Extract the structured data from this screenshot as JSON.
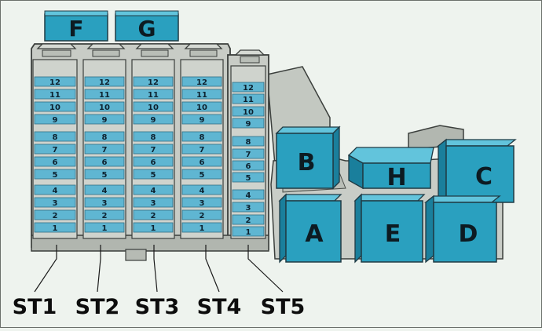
{
  "diagram": {
    "top_relays": [
      {
        "id": "F",
        "label": "F"
      },
      {
        "id": "G",
        "label": "G"
      }
    ],
    "strip_fuse_numbers": [
      "12",
      "11",
      "10",
      "9",
      "8",
      "7",
      "6",
      "5",
      "4",
      "3",
      "2",
      "1"
    ],
    "strips": [
      {
        "id": "st1",
        "label": "ST1"
      },
      {
        "id": "st2",
        "label": "ST2"
      },
      {
        "id": "st3",
        "label": "ST3"
      },
      {
        "id": "st4",
        "label": "ST4"
      },
      {
        "id": "st5",
        "label": "ST5"
      }
    ],
    "relays": [
      {
        "id": "B",
        "label": "B"
      },
      {
        "id": "H",
        "label": "H"
      },
      {
        "id": "C",
        "label": "C"
      },
      {
        "id": "A",
        "label": "A"
      },
      {
        "id": "E",
        "label": "E"
      },
      {
        "id": "D",
        "label": "D"
      }
    ],
    "colors": {
      "background": "#eef3ee",
      "housing": "#c8ccc6",
      "housing_dark": "#9ea39d",
      "outline": "#3b3f3c",
      "relay_front": "#2aa0bf",
      "relay_top": "#62c4dc",
      "relay_side": "#1a7f9c",
      "fuse": "#5fb6d2"
    }
  }
}
